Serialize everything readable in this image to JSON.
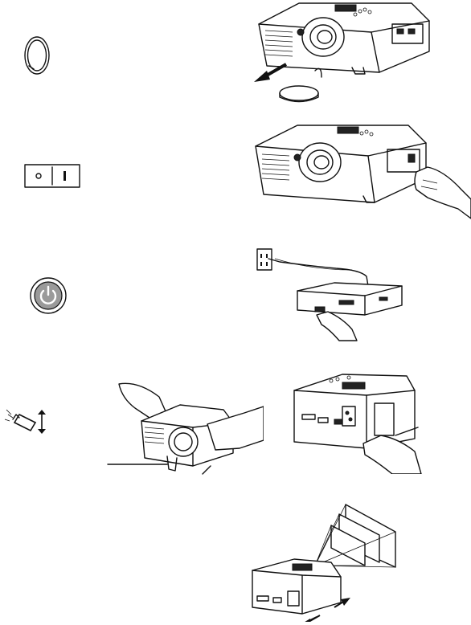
{
  "page": {
    "steps": [
      {
        "icon": "lens-cap-ring-icon",
        "illustration": "remove-lens-cap"
      },
      {
        "icon": "power-switch-icon",
        "illustration": "press-power-switch"
      },
      {
        "icon": "power-button-icon",
        "illustration": "turn-on-source"
      },
      {
        "icon": "tilt-adjust-icon",
        "illustration": "adjust-elevator-foot"
      },
      {
        "icon": "",
        "illustration": "adjust-distance-image-size"
      }
    ],
    "colors": {
      "ink": "#111111",
      "background": "#ffffff",
      "shade": "#222222"
    }
  }
}
